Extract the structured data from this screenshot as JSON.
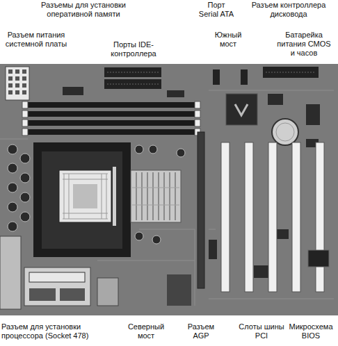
{
  "diagram": {
    "labels": [
      "Разъемы для установки оперативной памяти",
      "Порт Serial ATA",
      "Разъем контроллера дисковода",
      "Разъем питания системной платы",
      "Порты IDE-контроллера",
      "Южный мост",
      "Батарейка питания CMOS и часов",
      "Разъем для установки процессора (Socket 478)",
      "Северный мост",
      "Разъем AGP",
      "Слоты шины PCI",
      "Микросхема BIOS"
    ]
  }
}
